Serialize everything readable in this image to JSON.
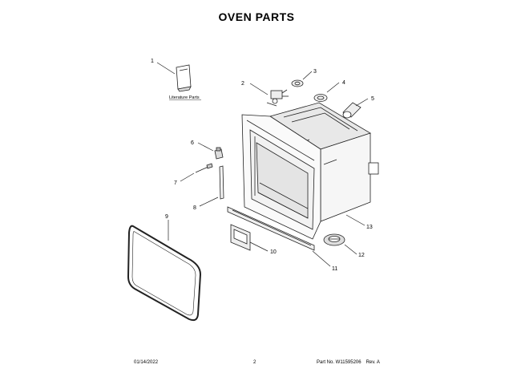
{
  "title": "OVEN PARTS",
  "literature_label": "Literature Parts",
  "callouts": [
    "1",
    "2",
    "3",
    "4",
    "5",
    "6",
    "7",
    "8",
    "9",
    "10",
    "11",
    "12",
    "13"
  ],
  "footer": {
    "date": "01/14/2022",
    "page": "2",
    "part_no": "Part No. W11595206",
    "rev": "Rev. A"
  }
}
